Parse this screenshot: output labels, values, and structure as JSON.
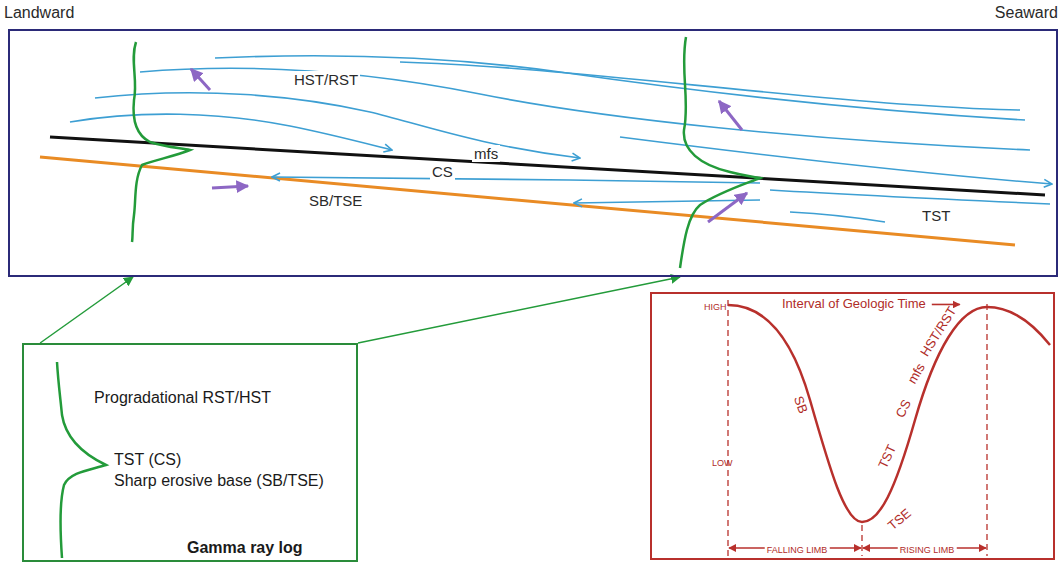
{
  "diagram": {
    "nodes": [
      {
        "text": [
          "HST/RST",
          "mfs",
          "CS",
          "SB/TSE",
          "TST"
        ]
      },
      {
        "text": [
          "Progradational RST/HST",
          "TST (CS)",
          "Sharp erosive base (SB/TSE)",
          "Gamma ray log"
        ]
      },
      {
        "text": [
          "HIGH",
          "LOW",
          "Interval of Geologic Time",
          "SB",
          "HST/RST",
          "mfs",
          "CS",
          "TST",
          "TSE",
          "FALLING LIMB",
          "RISING LIMB"
        ]
      }
    ],
    "edges": [
      {
        "from": 1,
        "to": 0,
        "arrow": "to"
      },
      {
        "from": 1,
        "to": 0,
        "arrow": "to"
      }
    ],
    "labels": [
      "Landward",
      "Seaward"
    ]
  }
}
